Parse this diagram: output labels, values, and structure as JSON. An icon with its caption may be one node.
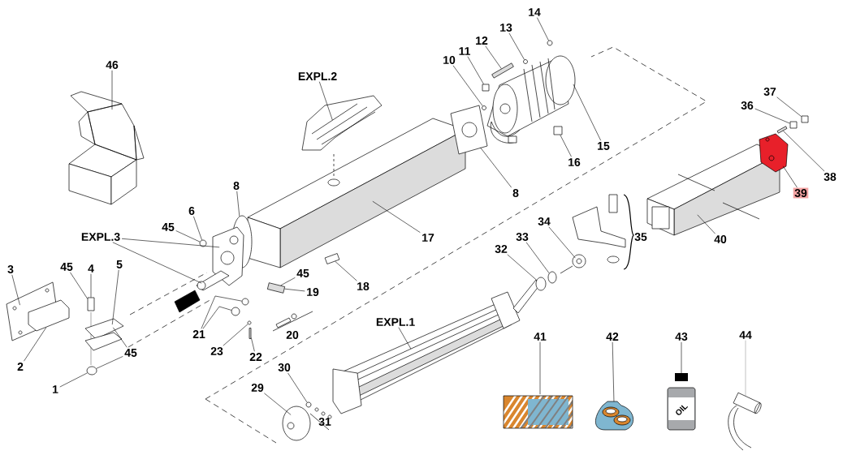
{
  "diagram": {
    "nodes": [
      {
        "text": [
          "14"
        ]
      },
      {
        "text": [
          "13"
        ]
      },
      {
        "text": [
          "12"
        ]
      },
      {
        "text": [
          "11"
        ]
      },
      {
        "text": [
          "10"
        ]
      },
      {
        "text": [
          "46"
        ]
      },
      {
        "text": [
          "EXPL.2"
        ]
      },
      {
        "text": [
          "37"
        ]
      },
      {
        "text": [
          "36"
        ]
      },
      {
        "text": [
          "15"
        ]
      },
      {
        "text": [
          "16"
        ]
      },
      {
        "text": [
          "38"
        ]
      },
      {
        "text": [
          "8"
        ]
      },
      {
        "text": [
          "8"
        ]
      },
      {
        "text": [
          "39"
        ]
      },
      {
        "text": [
          "6"
        ]
      },
      {
        "text": [
          "45"
        ]
      },
      {
        "text": [
          "EXPL.3"
        ]
      },
      {
        "text": [
          "17"
        ]
      },
      {
        "text": [
          "34"
        ]
      },
      {
        "text": [
          "40"
        ]
      },
      {
        "text": [
          "33"
        ]
      },
      {
        "text": [
          "32"
        ]
      },
      {
        "text": [
          "45"
        ]
      },
      {
        "text": [
          "4"
        ]
      },
      {
        "text": [
          "3"
        ]
      },
      {
        "text": [
          "5"
        ]
      },
      {
        "text": [
          "45"
        ]
      },
      {
        "text": [
          "18"
        ]
      },
      {
        "text": [
          "19"
        ]
      },
      {
        "text": [
          "EXPL.1"
        ]
      },
      {
        "text": [
          "21"
        ]
      },
      {
        "text": [
          "41"
        ]
      },
      {
        "text": [
          "42"
        ]
      },
      {
        "text": [
          "43"
        ]
      },
      {
        "text": [
          "44"
        ]
      },
      {
        "text": [
          "23"
        ]
      },
      {
        "text": [
          "45"
        ]
      },
      {
        "text": [
          "22"
        ]
      },
      {
        "text": [
          "2"
        ]
      },
      {
        "text": [
          "30"
        ]
      },
      {
        "text": [
          "29"
        ]
      },
      {
        "text": [
          "1"
        ]
      },
      {
        "text": [],
        "shape": "circle"
      },
      {
        "text": [],
        "shape": "circle"
      },
      {
        "text": [],
        "shape": "bar"
      },
      {
        "text": [],
        "shape": "box"
      },
      {
        "text": [],
        "shape": "circle"
      },
      {
        "text": [],
        "shape": "picture"
      },
      {
        "text": [],
        "shape": "picture"
      },
      {
        "text": [],
        "shape": "box"
      },
      {
        "text": [],
        "shape": "box"
      },
      {
        "text": [],
        "shape": "picture"
      },
      {
        "text": [],
        "shape": "box"
      },
      {
        "text": [],
        "shape": "bar"
      },
      {
        "text": [],
        "shape": "circle"
      },
      {
        "text": [],
        "shape": "picture"
      },
      {
        "text": [],
        "shape": "picture"
      },
      {
        "text": [],
        "shape": "circle"
      },
      {
        "text": [],
        "shape": "picture"
      },
      {
        "text": [],
        "shape": "picture"
      },
      {
        "text": [],
        "shape": "picture"
      },
      {
        "text": [],
        "shape": "picture"
      },
      {
        "text": [],
        "shape": "picture"
      },
      {
        "text": [],
        "shape": "circle"
      },
      {
        "text": [],
        "shape": "circle"
      },
      {
        "text": [],
        "shape": "box"
      },
      {
        "text": [],
        "shape": "picture"
      },
      {
        "text": [],
        "shape": "picture"
      },
      {
        "text": [],
        "shape": "bar"
      },
      {
        "text": [],
        "shape": "box"
      },
      {
        "text": [],
        "shape": "picture"
      },
      {
        "text": [],
        "shape": "circle"
      },
      {
        "text": [],
        "shape": "circle"
      },
      {
        "text": [],
        "shape": "picture"
      },
      {
        "text": [],
        "shape": "picture"
      },
      {
        "text": [],
        "shape": "picture"
      },
      {
        "text": [],
        "shape": "picture"
      },
      {
        "text": [],
        "shape": "circle"
      },
      {
        "text": [],
        "shape": "bar"
      },
      {
        "text": [],
        "shape": "picture"
      },
      {
        "text": [],
        "shape": "circle"
      },
      {
        "text": [],
        "shape": "picture"
      },
      {
        "text": [],
        "shape": "circle"
      }
    ],
    "edges": [
      {
        "from": 0,
        "to": 43,
        "arrow": "none"
      },
      {
        "from": 1,
        "to": 44,
        "arrow": "none"
      },
      {
        "from": 2,
        "to": 45,
        "arrow": "none"
      },
      {
        "from": 3,
        "to": 46,
        "arrow": "none"
      },
      {
        "from": 4,
        "to": 47,
        "arrow": "none"
      },
      {
        "from": 5,
        "to": 48,
        "arrow": "none"
      },
      {
        "from": 6,
        "to": 49,
        "arrow": "none"
      },
      {
        "from": 7,
        "to": 50,
        "arrow": "none"
      },
      {
        "from": 8,
        "to": 51,
        "arrow": "none"
      },
      {
        "from": 9,
        "to": 52,
        "arrow": "none"
      },
      {
        "from": 10,
        "to": 53,
        "arrow": "none"
      },
      {
        "from": 11,
        "to": 54,
        "arrow": "none"
      },
      {
        "from": 12,
        "to": 55,
        "arrow": "none"
      },
      {
        "from": 13,
        "to": 56,
        "arrow": "none"
      },
      {
        "from": 14,
        "to": 57,
        "arrow": "none"
      },
      {
        "from": 15,
        "to": 58,
        "arrow": "none"
      },
      {
        "from": 16,
        "to": 58,
        "arrow": "none"
      },
      {
        "from": 17,
        "to": 59,
        "arrow": "none"
      },
      {
        "from": 17,
        "to": 60,
        "arrow": "none"
      },
      {
        "from": 18,
        "to": 61,
        "arrow": "none"
      },
      {
        "from": 19,
        "to": 62,
        "arrow": "none"
      },
      {
        "from": 20,
        "to": 63,
        "arrow": "none"
      },
      {
        "from": 21,
        "to": 64,
        "arrow": "none"
      },
      {
        "from": 22,
        "to": 65,
        "arrow": "none"
      },
      {
        "from": 23,
        "to": 66,
        "arrow": "none"
      },
      {
        "from": 24,
        "to": 66,
        "arrow": "none"
      },
      {
        "from": 25,
        "to": 67,
        "arrow": "none"
      },
      {
        "from": 26,
        "to": 68,
        "arrow": "none"
      },
      {
        "from": 27,
        "to": 69,
        "arrow": "none"
      },
      {
        "from": 28,
        "to": 70,
        "arrow": "none"
      },
      {
        "from": 29,
        "to": 69,
        "arrow": "none"
      },
      {
        "from": 30,
        "to": 71,
        "arrow": "none"
      },
      {
        "from": 31,
        "to": 72,
        "arrow": "none"
      },
      {
        "from": 31,
        "to": 73,
        "arrow": "none"
      },
      {
        "from": 32,
        "to": 74,
        "arrow": "none"
      },
      {
        "from": 33,
        "to": 75,
        "arrow": "none"
      },
      {
        "from": 34,
        "to": 76,
        "arrow": "none"
      },
      {
        "from": 35,
        "to": 77,
        "arrow": "none",
        "color": "#999999"
      },
      {
        "from": 36,
        "to": 78,
        "arrow": "none"
      },
      {
        "from": 37,
        "to": 68,
        "arrow": "none"
      },
      {
        "from": 37,
        "to": 83,
        "arrow": "none"
      },
      {
        "from": 38,
        "to": 79,
        "arrow": "none"
      },
      {
        "from": 39,
        "to": 80,
        "arrow": "none"
      },
      {
        "from": 40,
        "to": 81,
        "arrow": "none"
      },
      {
        "from": 41,
        "to": 82,
        "arrow": "none"
      },
      {
        "from": 42,
        "to": 83,
        "arrow": "none"
      }
    ],
    "labels": [
      "35",
      "20",
      "31",
      "OIL"
    ]
  }
}
